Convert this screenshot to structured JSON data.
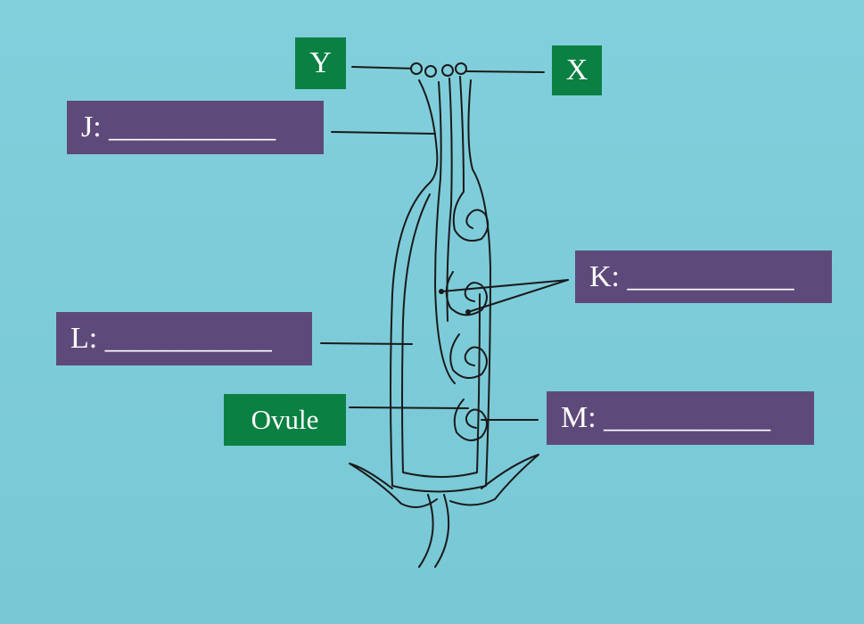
{
  "labels": {
    "y": "Y",
    "x": "X",
    "j": "J: ___________",
    "k": "K: ___________",
    "l": "L: ___________",
    "ovule": "Ovule",
    "m": "M: ___________"
  },
  "colors": {
    "background": "#7ccbd8",
    "green_box": "#0b8043",
    "purple_box": "#5e4a7a",
    "line": "#1a1a1a"
  }
}
